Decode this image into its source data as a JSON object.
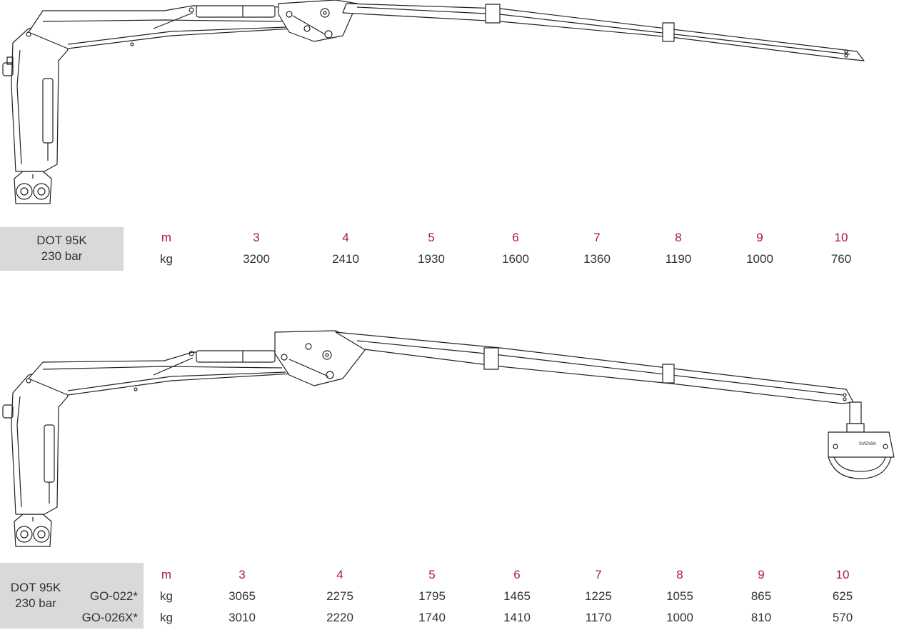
{
  "table1": {
    "model": "DOT 95K",
    "pressure": "230 bar",
    "distance_unit": "m",
    "weight_unit": "kg",
    "distances": [
      "3",
      "4",
      "5",
      "6",
      "7",
      "8",
      "9",
      "10"
    ],
    "loads": [
      "3200",
      "2410",
      "1930",
      "1600",
      "1360",
      "1190",
      "1000",
      "760"
    ]
  },
  "table2": {
    "model": "DOT 95K",
    "pressure": "230 bar",
    "distance_unit": "m",
    "weight_unit": "kg",
    "distances": [
      "3",
      "4",
      "5",
      "6",
      "7",
      "8",
      "9",
      "10"
    ],
    "grapples": [
      {
        "name": "GO-022*",
        "loads": [
          "3065",
          "2275",
          "1795",
          "1465",
          "1225",
          "1055",
          "865",
          "625"
        ]
      },
      {
        "name": "GO-026X*",
        "loads": [
          "3010",
          "2220",
          "1740",
          "1410",
          "1170",
          "1000",
          "810",
          "570"
        ]
      }
    ]
  },
  "grapple_brand": "SVENSK",
  "colors": {
    "header_accent": "#b0134f",
    "label_background": "#d9d9d9",
    "text": "#333333"
  }
}
